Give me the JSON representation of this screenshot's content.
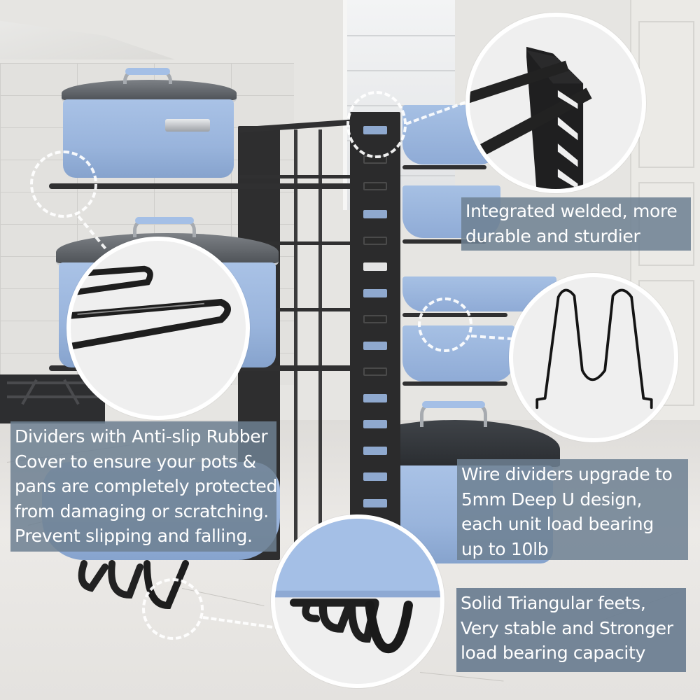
{
  "product": {
    "type": "pot and pan organizer rack",
    "colors": {
      "rack": "#2b2b2c",
      "cookware": "#a1bbe2",
      "caption_bg": "#6e8092",
      "caption_text": "#ffffff",
      "circle_bg": "#efefef",
      "circle_border": "#ffffff"
    }
  },
  "callouts": [
    {
      "id": "welded",
      "lines": [
        "Integrated welded, more",
        "durable and sturdier"
      ],
      "detail_icon": "welded-corner-detail-icon"
    },
    {
      "id": "dividers",
      "lines": [
        "Dividers with Anti-slip Rubber",
        "Cover to ensure your pots &",
        "pans are completely protected",
        "from damaging or scratching.",
        "Prevent slipping and falling."
      ],
      "detail_icon": "rubber-divider-detail-icon"
    },
    {
      "id": "wire",
      "lines": [
        "Wire dividers upgrade to",
        "5mm Deep U design,",
        "each unit load bearing",
        "up to 10lb"
      ],
      "detail_icon": "u-wire-divider-detail-icon"
    },
    {
      "id": "feet",
      "lines": [
        "Solid Triangular feets,",
        "Very stable and Stronger",
        "load bearing capacity"
      ],
      "detail_icon": "triangular-feet-detail-icon"
    }
  ]
}
